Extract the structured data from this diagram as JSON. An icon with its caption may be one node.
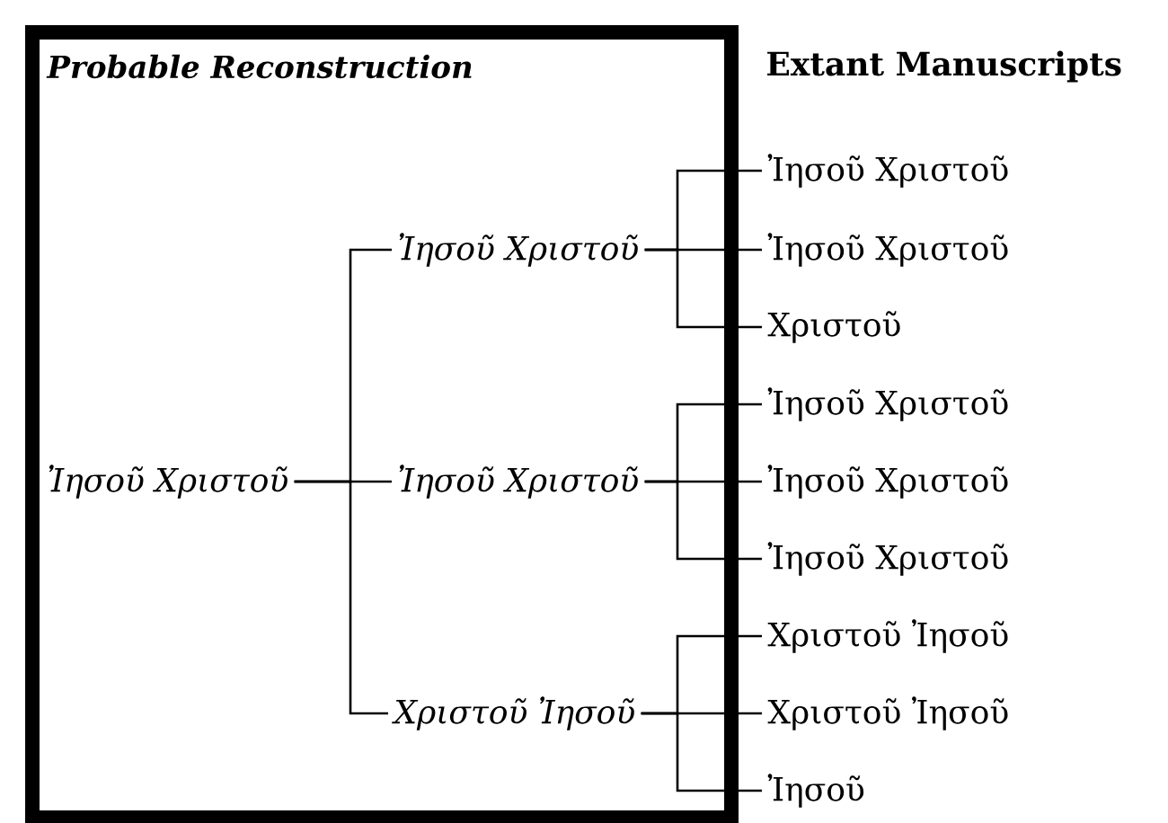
{
  "diagram": {
    "nodes": [
      {
        "text": [
          "Probable Reconstruction"
        ]
      },
      {
        "text": [
          "Ἰησοῦ Χριστοῦ"
        ],
        "in": 0
      },
      {
        "text": [
          "Ἰησοῦ Χριστοῦ"
        ],
        "in": 0
      },
      {
        "text": [
          "Ἰησοῦ Χριστοῦ"
        ],
        "in": 0
      },
      {
        "text": [
          "Χριστοῦ Ἰησοῦ"
        ],
        "in": 0
      },
      {
        "text": [
          "Ἰησοῦ Χριστοῦ"
        ]
      },
      {
        "text": [
          "Ἰησοῦ Χριστοῦ"
        ]
      },
      {
        "text": [
          "Χριστοῦ"
        ]
      },
      {
        "text": [
          "Ἰησοῦ Χριστοῦ"
        ]
      },
      {
        "text": [
          "Ἰησοῦ Χριστοῦ"
        ]
      },
      {
        "text": [
          "Ἰησοῦ Χριστοῦ"
        ]
      },
      {
        "text": [
          "Χριστοῦ Ἰησοῦ"
        ]
      },
      {
        "text": [
          "Χριστοῦ Ἰησοῦ"
        ]
      },
      {
        "text": [
          "Ἰησοῦ"
        ]
      }
    ],
    "edges": [
      {
        "from": 1,
        "to": 2,
        "arrow": "none"
      },
      {
        "from": 1,
        "to": 3,
        "arrow": "none"
      },
      {
        "from": 1,
        "to": 4,
        "arrow": "none"
      },
      {
        "from": 2,
        "to": 5,
        "arrow": "none"
      },
      {
        "from": 2,
        "to": 6,
        "arrow": "none"
      },
      {
        "from": 2,
        "to": 7,
        "arrow": "none"
      },
      {
        "from": 3,
        "to": 8,
        "arrow": "none"
      },
      {
        "from": 3,
        "to": 9,
        "arrow": "none"
      },
      {
        "from": 3,
        "to": 10,
        "arrow": "none"
      },
      {
        "from": 4,
        "to": 11,
        "arrow": "none"
      },
      {
        "from": 4,
        "to": 12,
        "arrow": "none"
      },
      {
        "from": 4,
        "to": 13,
        "arrow": "none"
      }
    ],
    "labels": [
      "Extant Manuscripts"
    ]
  }
}
